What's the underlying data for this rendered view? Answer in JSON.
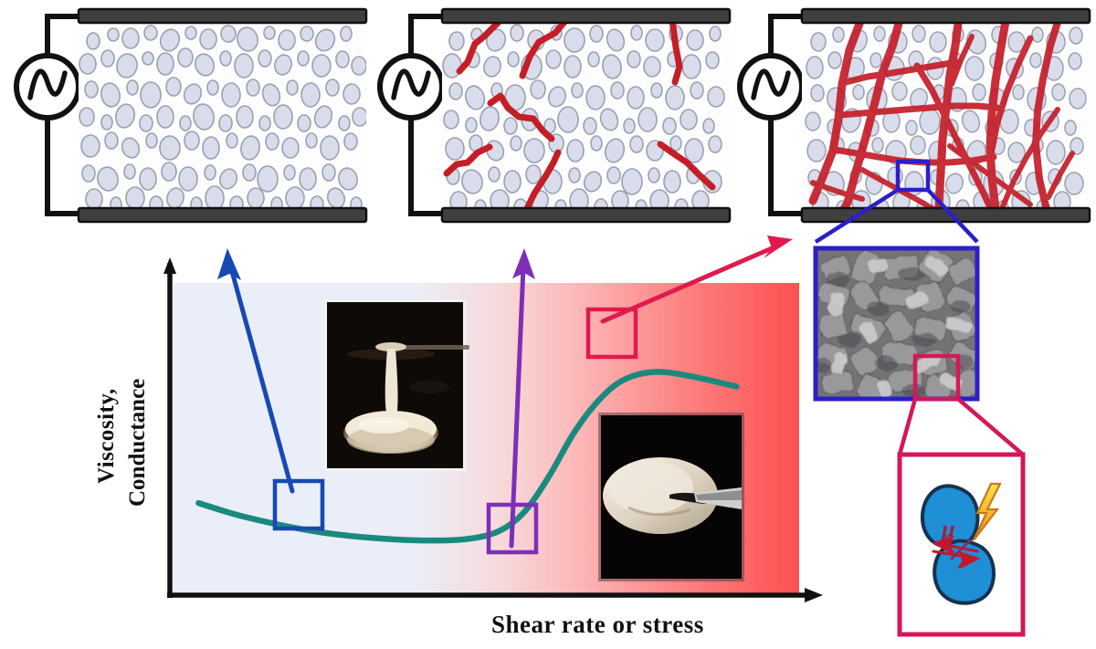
{
  "figure": {
    "title_text": "",
    "type": "scientific-schematic-with-plot"
  },
  "axes": {
    "y_label_line1": "Viscosity,",
    "y_label_line2": "Conductance",
    "x_label": "Shear rate or stress",
    "y_arrow": "up-arrow-icon",
    "x_arrow": "right-arrow-icon"
  },
  "chart_data": {
    "type": "line",
    "title": "",
    "xlabel": "Shear rate or stress",
    "ylabel": "Viscosity, Conductance",
    "xlim": [
      0,
      1
    ],
    "ylim": [
      0,
      1
    ],
    "grid": false,
    "legend": "none",
    "series": [
      {
        "name": "Viscosity / Conductance response",
        "color": "#1a8a7f",
        "x": [
          0.04,
          0.1,
          0.17,
          0.24,
          0.32,
          0.4,
          0.47,
          0.52,
          0.56,
          0.6,
          0.64,
          0.68,
          0.72,
          0.77,
          0.83,
          0.9
        ],
        "y": [
          0.295,
          0.258,
          0.225,
          0.2,
          0.183,
          0.175,
          0.18,
          0.205,
          0.265,
          0.38,
          0.52,
          0.625,
          0.69,
          0.715,
          0.7,
          0.668
        ]
      }
    ],
    "background_gradient": {
      "from": "#eaeef8",
      "mid": "#f9d9d9",
      "to": "#fd5a5a",
      "direction": "left-to-right",
      "meaning": "increasing shear rate / stress"
    },
    "annotations": [
      {
        "name": "shear-thinning-marker",
        "shape": "square",
        "color": "#1749b3",
        "x": 0.18,
        "y": 0.225
      },
      {
        "name": "onset-marker",
        "shape": "square",
        "color": "#7d2fb8",
        "x": 0.565,
        "y": 0.225
      },
      {
        "name": "shear-thickening-marker",
        "shape": "square",
        "color": "#e01a4f",
        "x": 0.715,
        "y": 0.705
      }
    ]
  },
  "panels": [
    {
      "id": "panel-dilute",
      "label": "",
      "state": "no conductive pathway",
      "chain_count": 0,
      "source_icon": "ac-source-icon"
    },
    {
      "id": "panel-partial",
      "label": "",
      "state": "partial chains forming",
      "chain_count": 8,
      "source_icon": "ac-source-icon"
    },
    {
      "id": "panel-percolated",
      "label": "",
      "state": "percolated conductive network",
      "chain_count": 22,
      "source_icon": "ac-source-icon"
    }
  ],
  "photo_insets": [
    {
      "id": "photo-liquid-pour",
      "caption": "",
      "description": "cornstarch suspension pouring as a liquid"
    },
    {
      "id": "photo-solid-poke",
      "caption": "",
      "description": "shear-thickened suspension resisting a probe"
    }
  ],
  "sem_inset": {
    "id": "sem-micrograph",
    "caption": "",
    "border_color": "#2a1fc8",
    "highlight_box_color": "#d4185a"
  },
  "contact_inset": {
    "id": "frictional-contact-diagram",
    "border_color": "#d4185a",
    "particle_color": "#1f8fd6",
    "friction_symbol": "μ",
    "spark_icon": "lightning-bolt-icon",
    "arrow_icon": "friction-arrows-icon"
  },
  "colors": {
    "curve": "#1a8a7f",
    "chain": "#c41e28",
    "electrode": "#3f3f3f",
    "particle_fill": "#d9dceb",
    "particle_stroke": "#9aa0b0",
    "arrow_blue": "#1749b3",
    "arrow_purple": "#7d2fb8",
    "arrow_red": "#e01a4f",
    "sem_border": "#2a1fc8",
    "contact_border": "#d4185a",
    "bg_low": "#eaeef8",
    "bg_high": "#fd5a5a"
  }
}
